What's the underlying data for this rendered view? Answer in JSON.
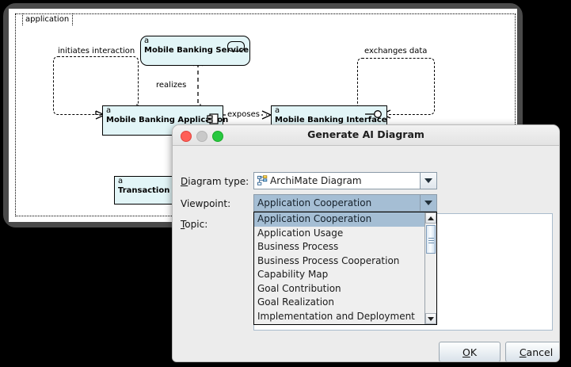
{
  "editor": {
    "group_label": "application",
    "elements": [
      {
        "id": "mobile-banking-service",
        "letter": "a",
        "name": "Mobile Banking Service",
        "icon": "service-icon"
      },
      {
        "id": "mobile-banking-application",
        "letter": "a",
        "name": "Mobile Banking Application",
        "icon": "component-icon"
      },
      {
        "id": "mobile-banking-interface",
        "letter": "a",
        "name": "Mobile Banking Interface",
        "icon": "interface-icon"
      },
      {
        "id": "transaction-data",
        "letter": "a",
        "name": "Transaction Data",
        "icon": "none"
      }
    ],
    "relationships": [
      {
        "id": "initiates-interaction",
        "label": "initiates interaction"
      },
      {
        "id": "realizes",
        "label": "realizes"
      },
      {
        "id": "exposes",
        "label": "exposes"
      },
      {
        "id": "exchanges-data",
        "label": "exchanges data"
      }
    ]
  },
  "dialog": {
    "title": "Generate AI Diagram",
    "window_controls": {
      "close": "close-button",
      "minimize": "minimize-button",
      "maximize": "maximize-button"
    },
    "fields": {
      "diagram_type": {
        "label_prefix": "D",
        "label_rest": "iagram type:",
        "value": "ArchiMate Diagram",
        "icon": "archimate-diagram-icon"
      },
      "viewpoint": {
        "label": "Viewpoint:",
        "value": "Application Cooperation"
      },
      "topic": {
        "label_prefix": "T",
        "label_rest": "opic:",
        "value": "",
        "placeholder": ""
      }
    },
    "viewpoint_options": [
      "Application Cooperation",
      "Application Usage",
      "Business Process",
      "Business Process Cooperation",
      "Capability Map",
      "Goal Contribution",
      "Goal Realization",
      "Implementation and Deployment"
    ],
    "selected_option": "Application Cooperation",
    "buttons": {
      "ok": {
        "prefix": "O",
        "rest": "K"
      },
      "cancel": {
        "prefix": "C",
        "rest": "ancel"
      }
    }
  },
  "colors": {
    "element_fill": "#e2f5f7",
    "selection": "#a5bed4",
    "dialog_bg": "#ececec",
    "traffic_close": "#ff5f57",
    "traffic_min": "#c9c9c9",
    "traffic_max": "#28c840"
  }
}
